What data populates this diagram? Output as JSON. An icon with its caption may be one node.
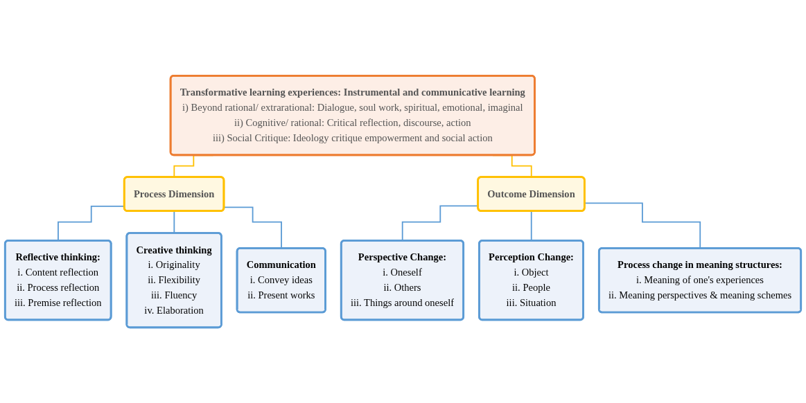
{
  "diagram": {
    "nodes": [
      {
        "text": [
          "Transformative learning experiences: Instrumental and communicative learning",
          "i) Beyond rational/ extrarational: Dialogue, soul work, spiritual, emotional, imaginal",
          "ii) Cognitive/ rational: Critical reflection, discourse, action",
          "iii) Social Critique: Ideology critique empowerment and social action"
        ]
      },
      {
        "text": [
          "Process Dimension"
        ]
      },
      {
        "text": [
          "Outcome Dimension"
        ]
      },
      {
        "text": [
          "Reflective thinking:",
          "i. Content reflection",
          "ii. Process reflection",
          "iii. Premise reflection"
        ]
      },
      {
        "text": [
          "Creative thinking",
          "i. Originality",
          "ii. Flexibility",
          "iii. Fluency",
          "iv. Elaboration"
        ]
      },
      {
        "text": [
          "Communication",
          "i. Convey ideas",
          "ii. Present works"
        ]
      },
      {
        "text": [
          "Perspective Change:",
          "i. Oneself",
          "ii. Others",
          "iii. Things around oneself"
        ]
      },
      {
        "text": [
          "Perception Change:",
          "i. Object",
          "ii. People",
          "iii. Situation"
        ]
      },
      {
        "text": [
          "Process change in meaning structures:",
          "i. Meaning of one's experiences",
          "ii. Meaning perspectives & meaning schemes"
        ]
      }
    ],
    "edges": [
      {
        "from": 0,
        "to": 1,
        "arrow": "none",
        "color": "#ffc000"
      },
      {
        "from": 0,
        "to": 2,
        "arrow": "none",
        "color": "#ffc000"
      },
      {
        "from": 1,
        "to": 3,
        "arrow": "none"
      },
      {
        "from": 1,
        "to": 4,
        "arrow": "none"
      },
      {
        "from": 1,
        "to": 5,
        "arrow": "none"
      },
      {
        "from": 2,
        "to": 6,
        "arrow": "none"
      },
      {
        "from": 2,
        "to": 7,
        "arrow": "none"
      },
      {
        "from": 2,
        "to": 8,
        "arrow": "none"
      }
    ]
  }
}
